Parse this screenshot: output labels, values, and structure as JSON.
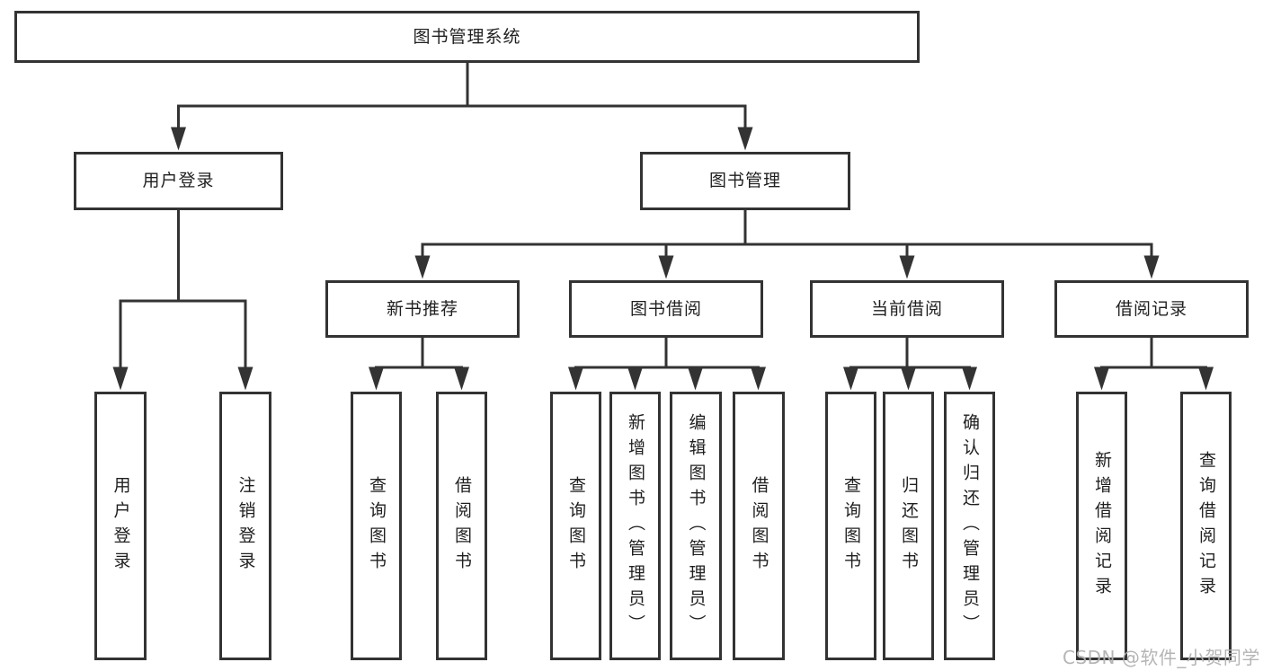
{
  "diagram": {
    "root": "图书管理系统",
    "level2": {
      "user_login": "用户登录",
      "book_management": "图书管理"
    },
    "level3": {
      "new_book_recommend": "新书推荐",
      "book_borrow": "图书借阅",
      "current_borrow": "当前借阅",
      "borrow_records": "借阅记录"
    },
    "leaves": {
      "login_1": "用户登录",
      "login_2": "注销登录",
      "recommend_1": "查询图书",
      "recommend_2": "借阅图书",
      "borrow_1": "查询图书",
      "borrow_2": "新增图书（管理员）",
      "borrow_3": "编辑图书（管理员）",
      "borrow_4": "借阅图书",
      "current_1": "查询图书",
      "current_2": "归还图书",
      "current_3": "确认归还（管理员）",
      "records_1": "新增借阅记录",
      "records_2": "查询借阅记录"
    }
  },
  "watermark": "CSDN @软件_小贺同学",
  "colors": {
    "line": "#333333",
    "box_border": "#333333",
    "box_fill": "#ffffff",
    "text": "#1f1f1f",
    "watermark": "#b1b1b1",
    "background": "#ffffff"
  }
}
